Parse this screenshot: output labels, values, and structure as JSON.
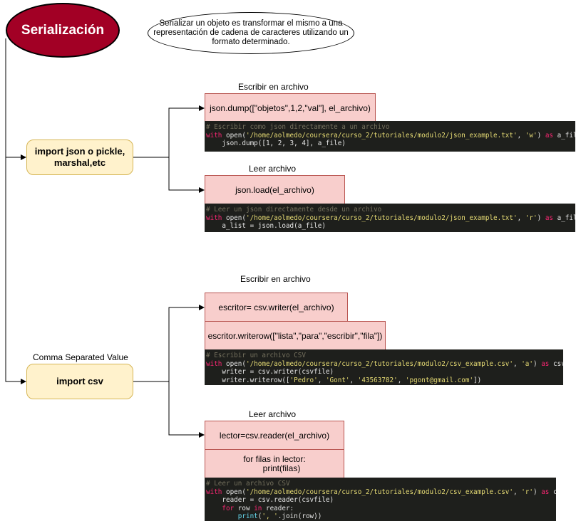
{
  "title": "Serialización",
  "note": "Serializar un objeto es transformar el mismo a una representación de cadena de caracteres utilizando un formato determinado.",
  "json_section": {
    "module_label": "import json o pickle, marshal,etc",
    "write_title": "Escribir en archivo",
    "write_call": "json.dump([\"objetos\",1,2,\"val\"], el_archivo)",
    "write_code": [
      [
        [
          "comment",
          "# Escribir como json directamente a un archivo"
        ]
      ],
      [
        [
          "kw",
          "with"
        ],
        [
          "plain",
          " open("
        ],
        [
          "str",
          "'/home/aolmedo/coursera/curso_2/tutoriales/modulo2/json_example.txt'"
        ],
        [
          "plain",
          ", "
        ],
        [
          "str",
          "'w'"
        ],
        [
          "plain",
          ") "
        ],
        [
          "kw",
          "as"
        ],
        [
          "plain",
          " a_file:"
        ]
      ],
      [
        [
          "plain",
          "    json.dump([1, 2, 3, 4], a_file)"
        ]
      ]
    ],
    "read_title": "Leer archivo",
    "read_call": "json.load(el_archivo)",
    "read_code": [
      [
        [
          "comment",
          "# Leer un json directamente desde un archivo"
        ]
      ],
      [
        [
          "kw",
          "with"
        ],
        [
          "plain",
          " open("
        ],
        [
          "str",
          "'/home/aolmedo/coursera/curso_2/tutoriales/modulo2/json_example.txt'"
        ],
        [
          "plain",
          ", "
        ],
        [
          "str",
          "'r'"
        ],
        [
          "plain",
          ") "
        ],
        [
          "kw",
          "as"
        ],
        [
          "plain",
          " a_file:"
        ]
      ],
      [
        [
          "plain",
          "    a_list = json.load(a_file)"
        ]
      ]
    ]
  },
  "csv_section": {
    "caption": "Comma Separated Value",
    "module_label": "import csv",
    "write_title": "Escribir en archivo",
    "writer_call": "escritor= csv.writer(el_archivo)",
    "writerow_call": "escritor.writerow([\"lista\",\"para\",\"escribir\",\"fila\"])",
    "write_code": [
      [
        [
          "comment",
          "# Escribir un archivo CSV"
        ]
      ],
      [
        [
          "kw",
          "with"
        ],
        [
          "plain",
          " open("
        ],
        [
          "str",
          "'/home/aolmedo/coursera/curso_2/tutoriales/modulo2/csv_example.csv'"
        ],
        [
          "plain",
          ", "
        ],
        [
          "str",
          "'a'"
        ],
        [
          "plain",
          ") "
        ],
        [
          "kw",
          "as"
        ],
        [
          "plain",
          " csvfile:"
        ]
      ],
      [
        [
          "plain",
          "    writer = csv.writer(csvfile)"
        ]
      ],
      [
        [
          "plain",
          "    writer.writerow(["
        ],
        [
          "str",
          "'Pedro'"
        ],
        [
          "plain",
          ", "
        ],
        [
          "str",
          "'Gont'"
        ],
        [
          "plain",
          ", "
        ],
        [
          "str",
          "'43563782'"
        ],
        [
          "plain",
          ", "
        ],
        [
          "str",
          "'pgont@gmail.com'"
        ],
        [
          "plain",
          "])"
        ]
      ]
    ],
    "read_title": "Leer archivo",
    "reader_call": "lector=csv.reader(el_archivo)",
    "loop_line1": "for filas in lector:",
    "loop_line2": "print(filas)",
    "read_code": [
      [
        [
          "comment",
          "# Leer un archivo CSV"
        ]
      ],
      [
        [
          "kw",
          "with"
        ],
        [
          "plain",
          " open("
        ],
        [
          "str",
          "'/home/aolmedo/coursera/curso_2/tutoriales/modulo2/csv_example.csv'"
        ],
        [
          "plain",
          ", "
        ],
        [
          "str",
          "'r'"
        ],
        [
          "plain",
          ") "
        ],
        [
          "kw",
          "as"
        ],
        [
          "plain",
          " csvfile:"
        ]
      ],
      [
        [
          "plain",
          "    reader = csv.reader(csvfile)"
        ]
      ],
      [
        [
          "plain",
          "    "
        ],
        [
          "kw",
          "for"
        ],
        [
          "plain",
          " row "
        ],
        [
          "kw",
          "in"
        ],
        [
          "plain",
          " reader:"
        ]
      ],
      [
        [
          "plain",
          "        "
        ],
        [
          "fn",
          "print"
        ],
        [
          "plain",
          "("
        ],
        [
          "str",
          "', '"
        ],
        [
          "plain",
          ".join(row))"
        ]
      ]
    ]
  },
  "colors": {
    "title_fill": "#a20025",
    "module_fill": "#fff2cc",
    "module_border": "#d6b656",
    "call_fill": "#f8cecc",
    "call_border": "#b85450",
    "code_bg": "#1e1f1c"
  }
}
